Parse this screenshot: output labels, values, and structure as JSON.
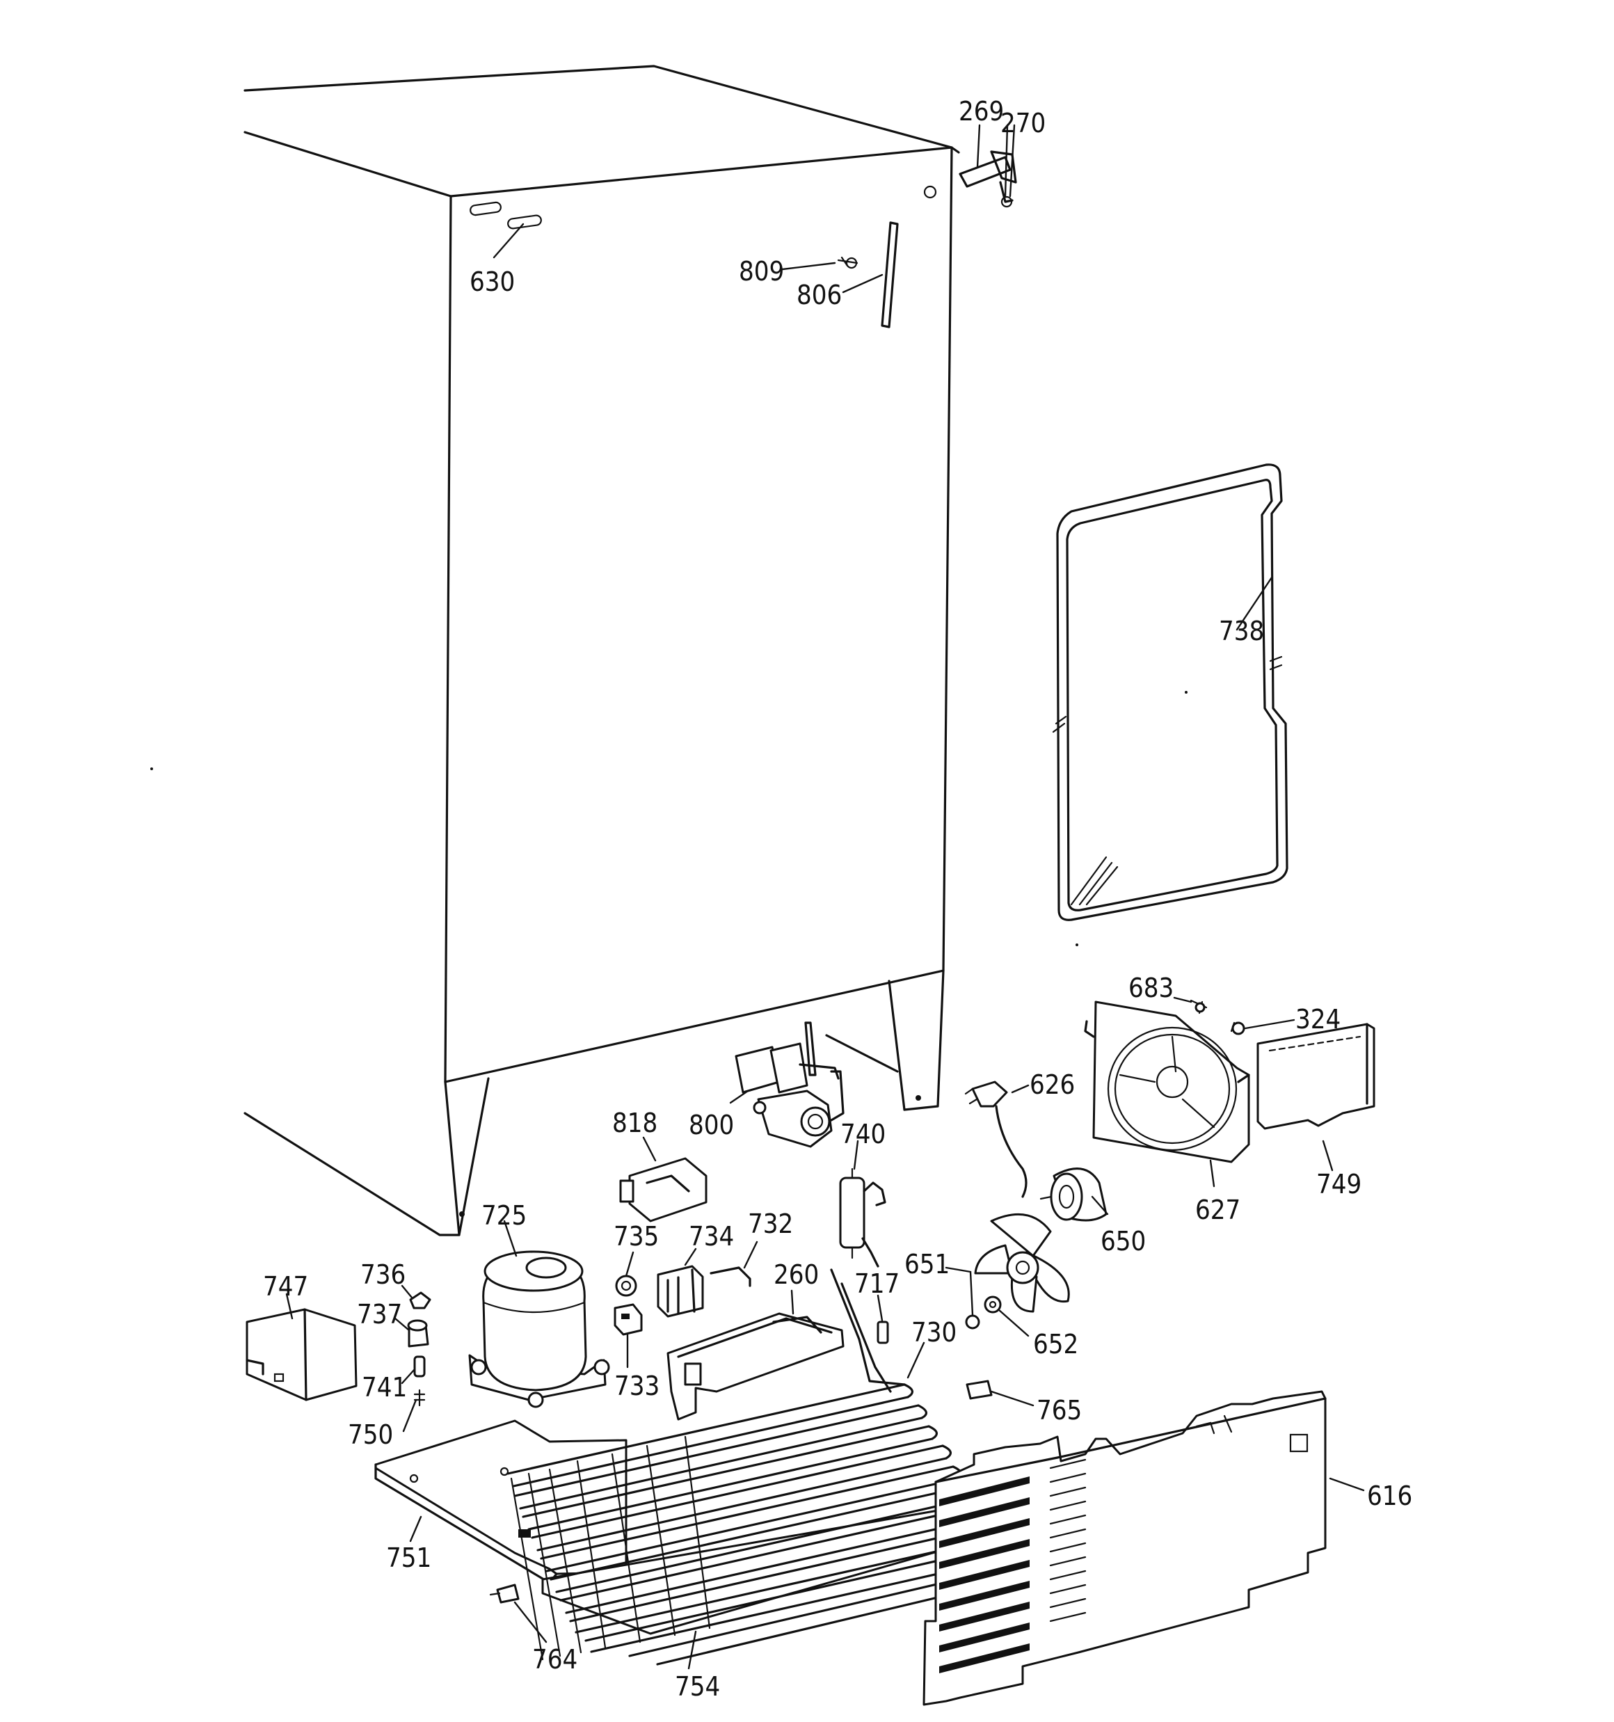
{
  "callouts": {
    "p269": "269",
    "p270": "270",
    "p630": "630",
    "p809": "809",
    "p806": "806",
    "p738": "738",
    "p683": "683",
    "p324": "324",
    "p626": "626",
    "p818": "818",
    "p800": "800",
    "p740": "740",
    "p725": "725",
    "p735": "735",
    "p734": "734",
    "p732": "732",
    "p260": "260",
    "p736": "736",
    "p747": "747",
    "p737": "737",
    "p741": "741",
    "p750": "750",
    "p733": "733",
    "p717": "717",
    "p651": "651",
    "p730": "730",
    "p652": "652",
    "p650": "650",
    "p627": "627",
    "p749": "749",
    "p765": "765",
    "p616": "616",
    "p751": "751",
    "p764": "764",
    "p754": "754"
  }
}
